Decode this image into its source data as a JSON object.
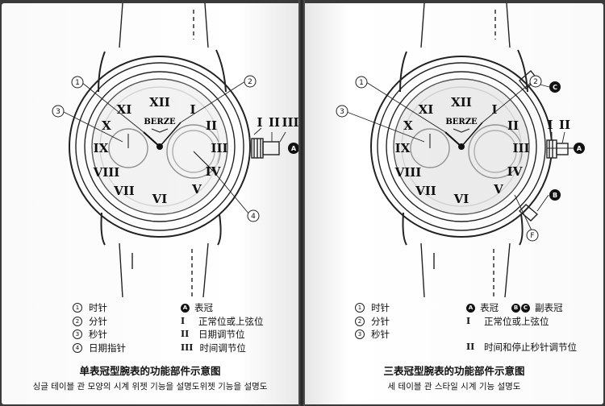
{
  "left": {
    "brand": "BERZE",
    "callouts": [
      "1",
      "2",
      "3",
      "4"
    ],
    "crown_positions": [
      "I",
      "II",
      "III"
    ],
    "crown_label": "A",
    "legend_numbered": [
      {
        "num": "1",
        "label": "时针"
      },
      {
        "num": "2",
        "label": "分针"
      },
      {
        "num": "3",
        "label": "秒针"
      },
      {
        "num": "4",
        "label": "日期指针"
      }
    ],
    "legend_crown": [
      {
        "mark": "A",
        "label": "表冠"
      },
      {
        "mark": "I",
        "label": "正常位或上弦位"
      },
      {
        "mark": "II",
        "label": "日期调节位"
      },
      {
        "mark": "III",
        "label": "时间调节位"
      }
    ],
    "title": "单表冠型腕表的功能部件示意图",
    "subtitle": "싱글 테이블 관 모양의 시계 위젯 기능을 설명도위젯 기능을 설명도"
  },
  "right": {
    "brand": "BERZE",
    "callouts": [
      "1",
      "2",
      "3"
    ],
    "crown_positions": [
      "I",
      "II"
    ],
    "crown_labels": [
      "A",
      "B",
      "C"
    ],
    "pusher_label": "F",
    "legend_numbered": [
      {
        "num": "1",
        "label": "时针"
      },
      {
        "num": "2",
        "label": "分针"
      },
      {
        "num": "3",
        "label": "秒针"
      }
    ],
    "legend_crown": [
      {
        "mark": "A",
        "label": "表冠",
        "extra_marks": [
          "B",
          "C"
        ],
        "extra_label": "副表冠"
      },
      {
        "mark": "I",
        "label": "正常位或上弦位"
      },
      {
        "mark": "II",
        "label": "时间和停止秒针调节位"
      }
    ],
    "title": "三表冠型腕表的功能部件示意图",
    "subtitle": "세 테이블 관 스타일 시계 기능 설명도"
  }
}
